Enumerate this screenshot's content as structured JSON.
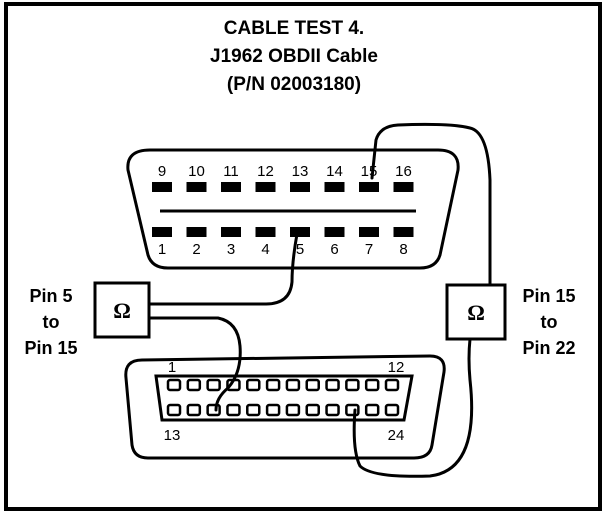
{
  "title": {
    "line1": "CABLE TEST 4.",
    "line2": "J1962 OBDII Cable",
    "line3": "(P/N  02003180)"
  },
  "obd_connector": {
    "top_pins": [
      "9",
      "10",
      "11",
      "12",
      "13",
      "14",
      "15",
      "16"
    ],
    "bottom_pins": [
      "1",
      "2",
      "3",
      "4",
      "5",
      "6",
      "7",
      "8"
    ]
  },
  "db_connector": {
    "label_top_left": "1",
    "label_top_right": "12",
    "label_bottom_left": "13",
    "label_bottom_right": "24",
    "top_row_count": 12,
    "bottom_row_count": 12
  },
  "meter_left": {
    "symbol": "Ω",
    "label_lines": [
      "Pin 5",
      "to",
      "Pin 15"
    ]
  },
  "meter_right": {
    "symbol": "Ω",
    "label_lines": [
      "Pin 15",
      "to",
      "Pin 22"
    ]
  },
  "colors": {
    "line": "#000000",
    "background": "#ffffff"
  }
}
